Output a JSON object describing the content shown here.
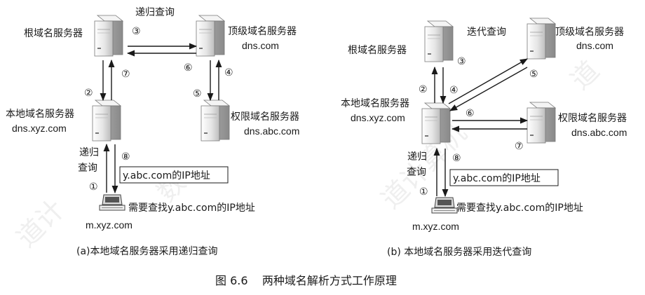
{
  "left": {
    "top_label": "递归查询",
    "root_label": "根域名服务器",
    "tld_label": "顶级域名服务器",
    "tld_host": "dns.com",
    "local_label": "本地域名服务器",
    "local_host": "dns.xyz.com",
    "auth_label": "权限域名服务器",
    "auth_host": "dns.abc.com",
    "query_label_1": "递归",
    "query_label_2": "查询",
    "answer_box": "y.abc.com的IP地址",
    "client_note": "需要查找y.abc.com的IP地址",
    "client_host": "m.xyz.com",
    "caption": "(a)本地域名服务器采用递归查询",
    "steps": [
      "①",
      "②",
      "③",
      "④",
      "⑤",
      "⑥",
      "⑦",
      "⑧"
    ]
  },
  "right": {
    "top_label": "迭代查询",
    "root_label": "根域名服务器",
    "tld_label": "顶级域名服务器",
    "tld_host": "dns.com",
    "local_label": "本地域名服务器",
    "local_host": "dns.xyz.com",
    "auth_label": "权限域名服务器",
    "auth_host": "dns.abc.com",
    "query_label_1": "递归",
    "query_label_2": "查询",
    "answer_box": "y.abc.com的IP地址",
    "client_note": "需要查找y.abc.com的IP地址",
    "client_host": "m.xyz.com",
    "caption": "(b) 本地域名服务器采用迭代查询",
    "steps": [
      "①",
      "②",
      "③",
      "④",
      "⑤",
      "⑥",
      "⑦",
      "⑧"
    ]
  },
  "figure_caption": "图 6.6    两种域名解析方式工作原理",
  "icons": {
    "server": "server-icon",
    "client": "computer-icon"
  },
  "colors": {
    "ink": "#1a1a1a",
    "server_light": "#f0f0f0",
    "server_dark": "#9a9a9a"
  }
}
